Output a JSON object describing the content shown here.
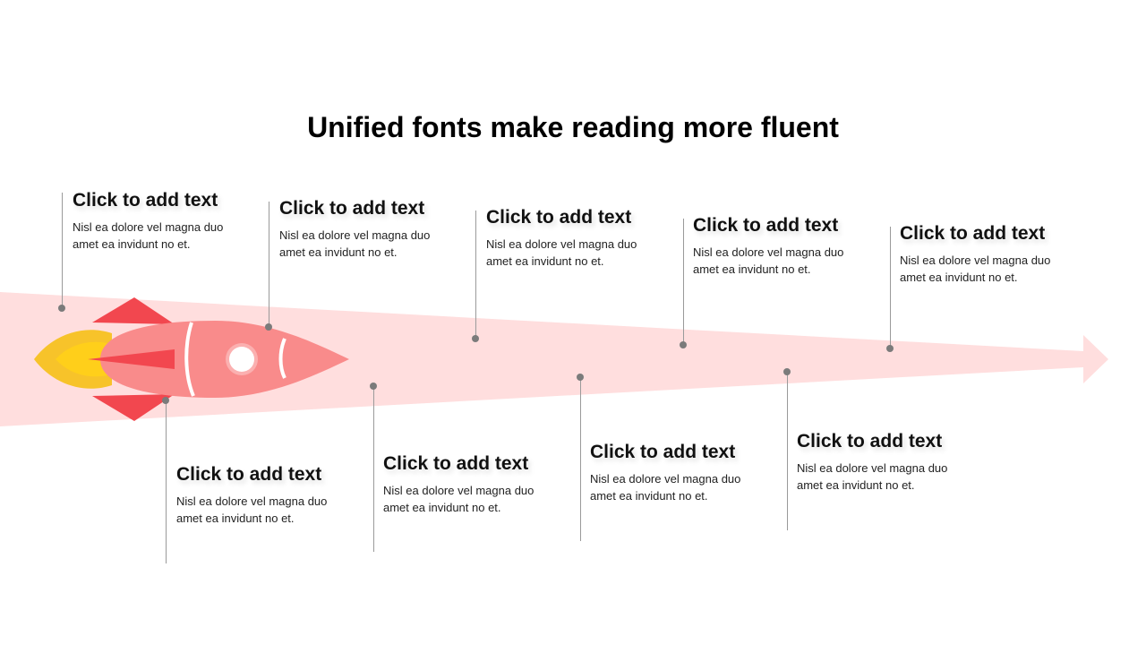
{
  "title": "Unified fonts make reading more fluent",
  "colors": {
    "trail": "#ffdede",
    "rocket_body": "#f98b8b",
    "rocket_fins": "#f2474f",
    "flame_outer": "#f7c32a",
    "flame_inner": "#ffcf1a",
    "dot": "#7b7b7b",
    "line": "#9a9a9a"
  },
  "icons": [
    "rocket-icon",
    "arrow-trail"
  ],
  "milestones": {
    "top": [
      {
        "heading": "Click to add text",
        "body": "Nisl ea dolore vel magna duo amet ea invidunt no et."
      },
      {
        "heading": "Click to add text",
        "body": "Nisl ea dolore vel magna duo amet ea invidunt no et."
      },
      {
        "heading": "Click to add text",
        "body": "Nisl ea dolore vel magna duo amet ea invidunt no et."
      },
      {
        "heading": "Click to add text",
        "body": "Nisl ea dolore vel magna duo amet ea invidunt no et."
      },
      {
        "heading": "Click to add text",
        "body": "Nisl ea dolore vel magna duo amet ea invidunt no et."
      }
    ],
    "bottom": [
      {
        "heading": "Click to add text",
        "body": "Nisl ea dolore vel magna duo amet ea invidunt no et."
      },
      {
        "heading": "Click to add text",
        "body": "Nisl ea dolore vel magna duo amet ea invidunt no et."
      },
      {
        "heading": "Click to add text",
        "body": "Nisl ea dolore vel magna duo amet ea invidunt no et."
      },
      {
        "heading": "Click to add text",
        "body": "Nisl ea dolore vel magna duo amet ea invidunt no et."
      }
    ]
  }
}
